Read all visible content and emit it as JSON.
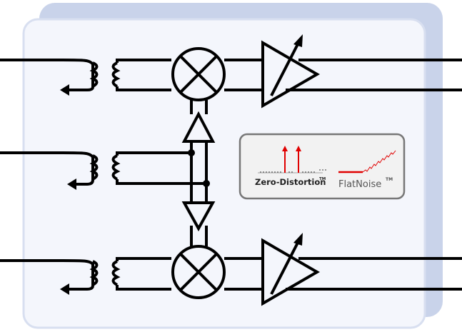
{
  "colors": {
    "panel_back": "#c9d3ea",
    "panel_front": "#f4f6fc",
    "panel_stroke": "#d8dff0",
    "wire": "#000000",
    "accent_red": "#e00000",
    "badge_border": "#777777",
    "badge_fill": "#f2f2f2"
  },
  "icons": {
    "mixer": "mixer-x-circle-icon",
    "amplifier": "variable-gain-amplifier-icon",
    "transformer": "transformer-coil-icon",
    "ground": "ground-arrow-icon",
    "buffer": "triangle-buffer-icon"
  },
  "badge": {
    "zero_distortion_label": "Zero-Distortion",
    "zero_distortion_tm": "TM",
    "flatnoise_label": "FlatNoise",
    "flatnoise_tm": "TM"
  }
}
